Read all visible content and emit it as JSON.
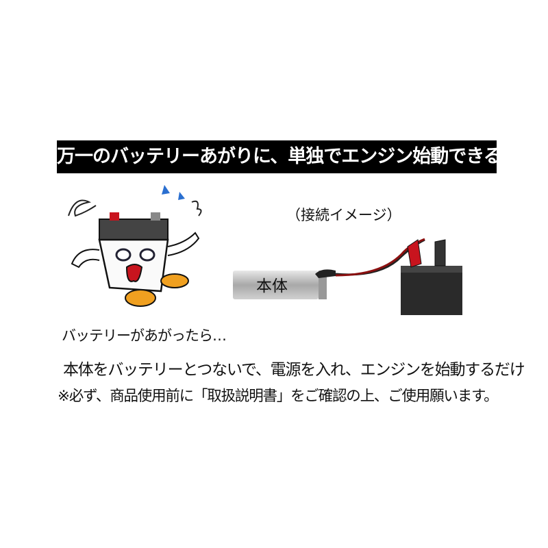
{
  "banner": {
    "title": "万一のバッテリーあがりに、単独でエンジン始動できる"
  },
  "illustration": {
    "caption": "（接続イメージ）",
    "unit_label": "本体",
    "colors": {
      "banner_bg": "#000000",
      "clamp_red": "#c8141e",
      "unit_silver": "#b8b8b8",
      "mascot_orange": "#f0a020"
    }
  },
  "body": {
    "line1": "バッテリーがあがったら…",
    "line2": "本体をバッテリーとつないで、電源を入れ、エンジンを始動するだけ",
    "note": "※必ず、商品使用前に「取扱説明書」をご確認の上、ご使用願います。"
  }
}
